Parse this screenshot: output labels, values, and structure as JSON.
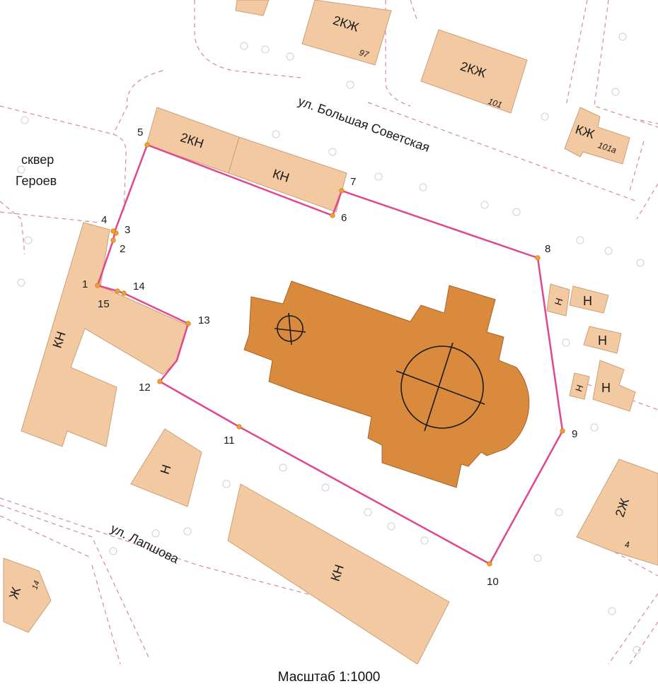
{
  "streets": {
    "bolshaya_sovetskaya": "ул. Большая Советская",
    "lapshova": "ул. Лапшова",
    "square_line1": "сквер",
    "square_line2": "Героев"
  },
  "buildings": {
    "b97_type": "2КЖ",
    "b97_num": "97",
    "b101_type": "2КЖ",
    "b101_num": "101",
    "b101a_type": "КЖ",
    "b101a_num": "101а",
    "front_left_type": "2КН",
    "front_right_type": "КН",
    "left_long_type": "КН",
    "small_bottom_left_type": "Н",
    "bottom_big_type": "КН",
    "right_small1_type": "Н",
    "right_small2_type": "Н",
    "right_small3_type": "Н",
    "right_small4_type": "Н",
    "right_small5_type": "Н",
    "br_type": "2Ж",
    "br_num": "4",
    "bl_type": "Ж",
    "bl_num": "14"
  },
  "boundary_points": [
    "1",
    "2",
    "3",
    "4",
    "5",
    "6",
    "7",
    "8",
    "9",
    "10",
    "11",
    "12",
    "13",
    "14",
    "15"
  ],
  "colors": {
    "building": "#f2c9a0",
    "church": "#d98a3d",
    "boundary": "#e0478f",
    "marker": "#f0a030",
    "dash": "#d48a9a",
    "tree": "#e0e0e0"
  },
  "scale_label": "Масштаб 1:1000"
}
